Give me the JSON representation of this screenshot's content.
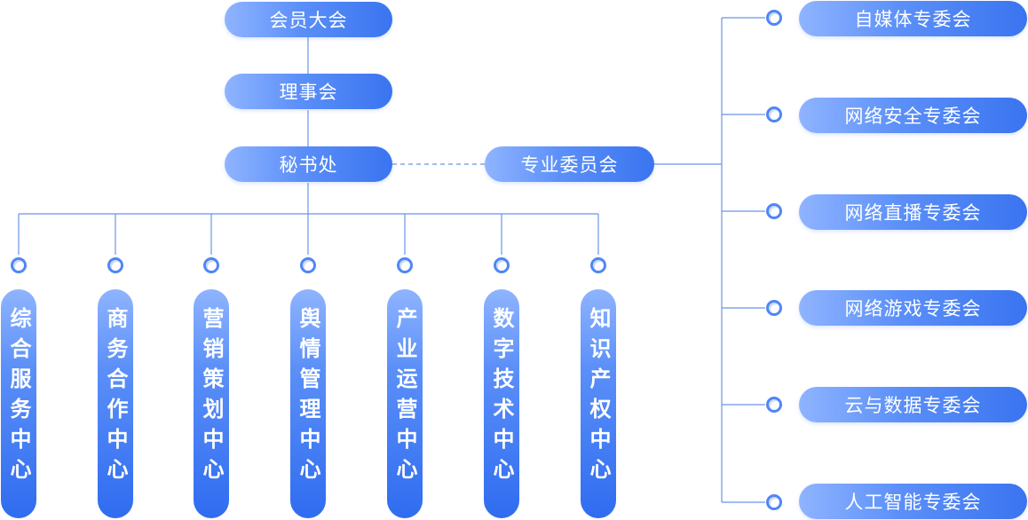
{
  "top": {
    "members_assembly": "会员大会",
    "council": "理事会",
    "secretariat": "秘书处",
    "special_committee": "专业委员会"
  },
  "centers": [
    {
      "label": "综合服务中心"
    },
    {
      "label": "商务合作中心"
    },
    {
      "label": "营销策划中心"
    },
    {
      "label": "舆情管理中心"
    },
    {
      "label": "产业运营中心"
    },
    {
      "label": "数字技术中心"
    },
    {
      "label": "知识产权中心"
    }
  ],
  "committees": [
    {
      "label": "自媒体专委会"
    },
    {
      "label": "网络安全专委会"
    },
    {
      "label": "网络直播专委会"
    },
    {
      "label": "网络游戏专委会"
    },
    {
      "label": "云与数据专委会"
    },
    {
      "label": "人工智能专委会"
    }
  ],
  "colors": {
    "accent": "#3a74f0",
    "line": "#6b95e6"
  }
}
